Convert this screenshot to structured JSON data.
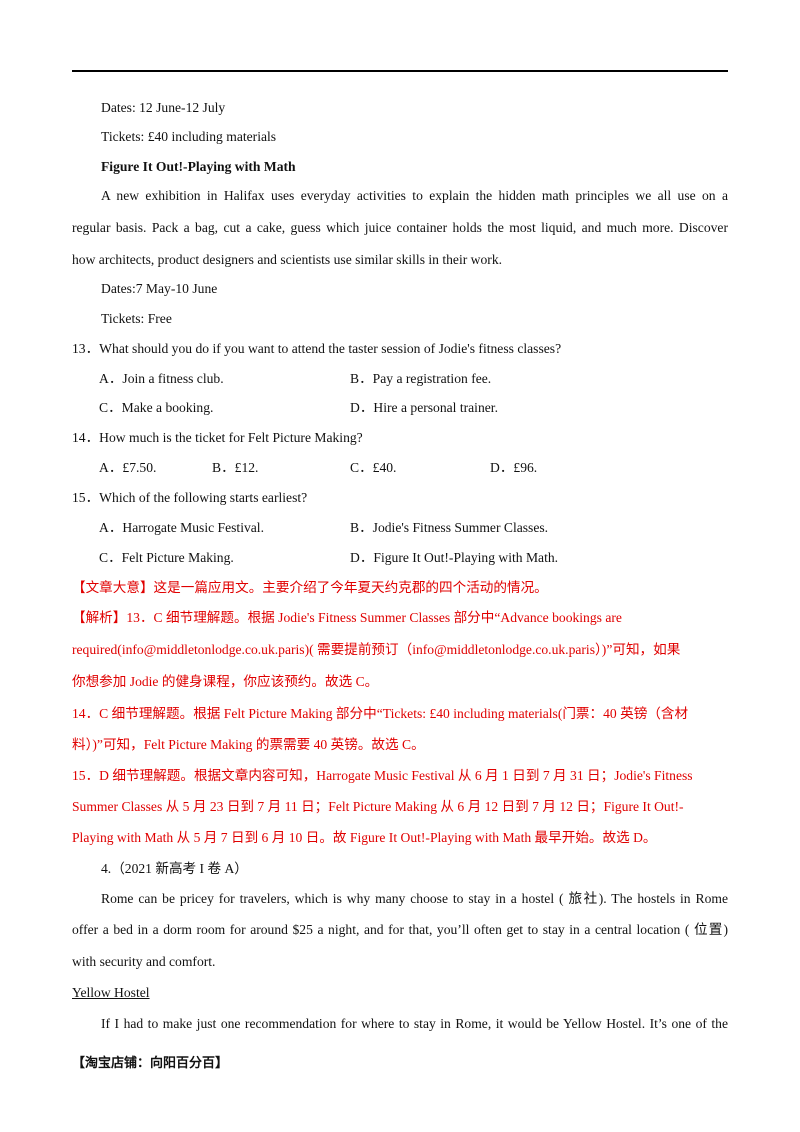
{
  "lines": {
    "l1": "Dates: 12 June-12 July",
    "l2": "Tickets: £40 including materials",
    "l3": "Figure It Out!-Playing with Math",
    "l4": "A new exhibition in Halifax uses everyday activities to explain the hidden math principles we all use on a",
    "l5": "regular basis. Pack a bag, cut a cake, guess which juice container holds the most liquid, and much more. Discover",
    "l6": "how architects, product designers and scientists use similar skills in their work.",
    "l7": "Dates:7 May-10 June",
    "l8": "Tickets: Free"
  },
  "questions": {
    "q13": {
      "stem": "13．What should you do if you want to attend the taster session of Jodie's fitness classes?",
      "a": "A．Join a fitness club.",
      "b": "B．Pay a registration fee.",
      "c": "C．Make a booking.",
      "d": "D．Hire a personal trainer."
    },
    "q14": {
      "stem": "14．How much is the ticket for Felt Picture Making?",
      "a": "A．£7.50.",
      "b": "B．£12.",
      "c": "C．£40.",
      "d": "D．£96."
    },
    "q15": {
      "stem": "15．Which of the following starts earliest?",
      "a": "A．Harrogate Music Festival.",
      "b": "B．Jodie's Fitness Summer Classes.",
      "c": "C．Felt Picture Making.",
      "d": "D．Figure It Out!-Playing with Math."
    }
  },
  "answers": {
    "a1": "【文章大意】这是一篇应用文。主要介绍了今年夏天约克郡的四个活动的情况。",
    "a2": "【解析】13．C 细节理解题。根据 Jodie's Fitness Summer Classes 部分中“Advance bookings are",
    "a3": "required(info@middletonlodge.co.uk.paris)( 需要提前预订（info@middletonlodge.co.uk.paris）)”可知，如果",
    "a4": "你想参加 Jodie 的健身课程，你应该预约。故选 C。",
    "a5": "14．C 细节理解题。根据 Felt Picture Making 部分中“Tickets: £40 including materials(门票：40 英镑（含材",
    "a6": "料）)”可知，Felt Picture Making 的票需要 40 英镑。故选 C。",
    "a7": "15．D  细节理解题。根据文章内容可知，Harrogate Music Festival 从 6 月 1 日到 7 月 31 日；Jodie's Fitness",
    "a8": "Summer Classes 从 5 月 23 日到 7 月 11 日；Felt Picture Making 从 6 月 12 日到 7 月 12 日；Figure It Out!-",
    "a9": "Playing with Math 从 5 月 7 日到 6 月 10 日。故 Figure It Out!-Playing with Math 最早开始。故选 D。"
  },
  "passage": {
    "heading": "4.（2021 新高考 I 卷 A）",
    "p1": "Rome can be pricey for travelers, which is why many choose to stay in a hostel ( 旅社). The hostels in Rome",
    "p2": "offer a bed in a dorm room for around $25 a night, and for that, you’ll often get to stay in a central location ( 位置)",
    "p3": "with security and comfort.",
    "subheading": "Yellow Hostel",
    "p4": "If I had to make just one recommendation for where to stay in Rome, it would be Yellow Hostel. It’s one of the"
  },
  "footer": "【淘宝店铺：向阳百分百】"
}
